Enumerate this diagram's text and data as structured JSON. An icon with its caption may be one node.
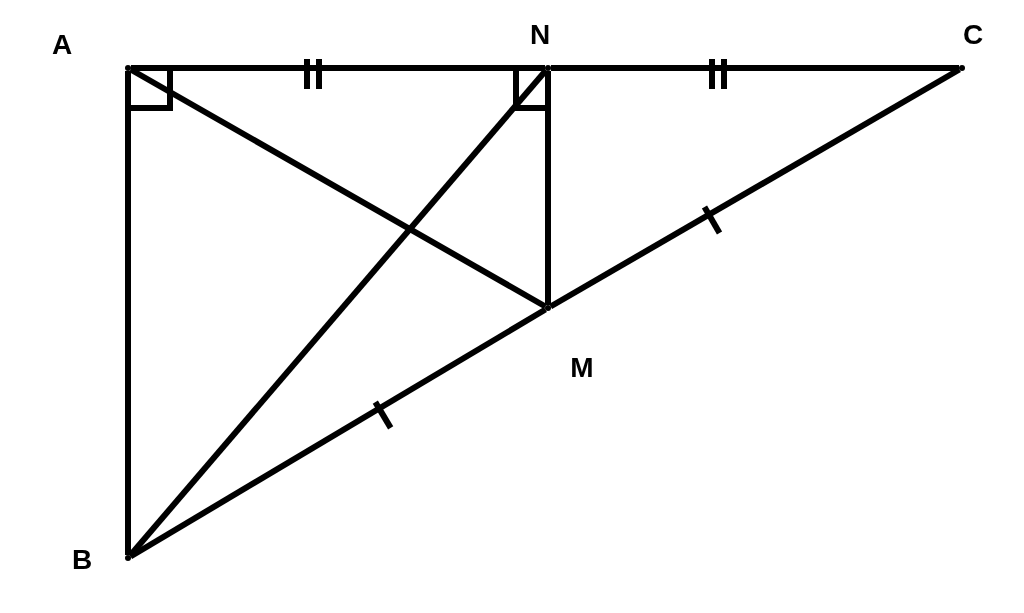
{
  "diagram": {
    "nodes": [
      {
        "text": [
          "A"
        ]
      },
      {
        "text": [
          "N"
        ]
      },
      {
        "text": [
          "C"
        ]
      },
      {
        "text": [
          "M"
        ]
      },
      {
        "text": [
          "B"
        ]
      }
    ],
    "edges": [
      {
        "from": 0,
        "to": 1,
        "arrow": "none"
      },
      {
        "from": 1,
        "to": 2,
        "arrow": "none"
      },
      {
        "from": 0,
        "to": 4,
        "arrow": "none"
      },
      {
        "from": 4,
        "to": 3,
        "arrow": "none"
      },
      {
        "from": 3,
        "to": 2,
        "arrow": "none"
      },
      {
        "from": 0,
        "to": 3,
        "arrow": "none"
      },
      {
        "from": 4,
        "to": 1,
        "arrow": "none"
      },
      {
        "from": 1,
        "to": 3,
        "arrow": "none"
      }
    ]
  }
}
